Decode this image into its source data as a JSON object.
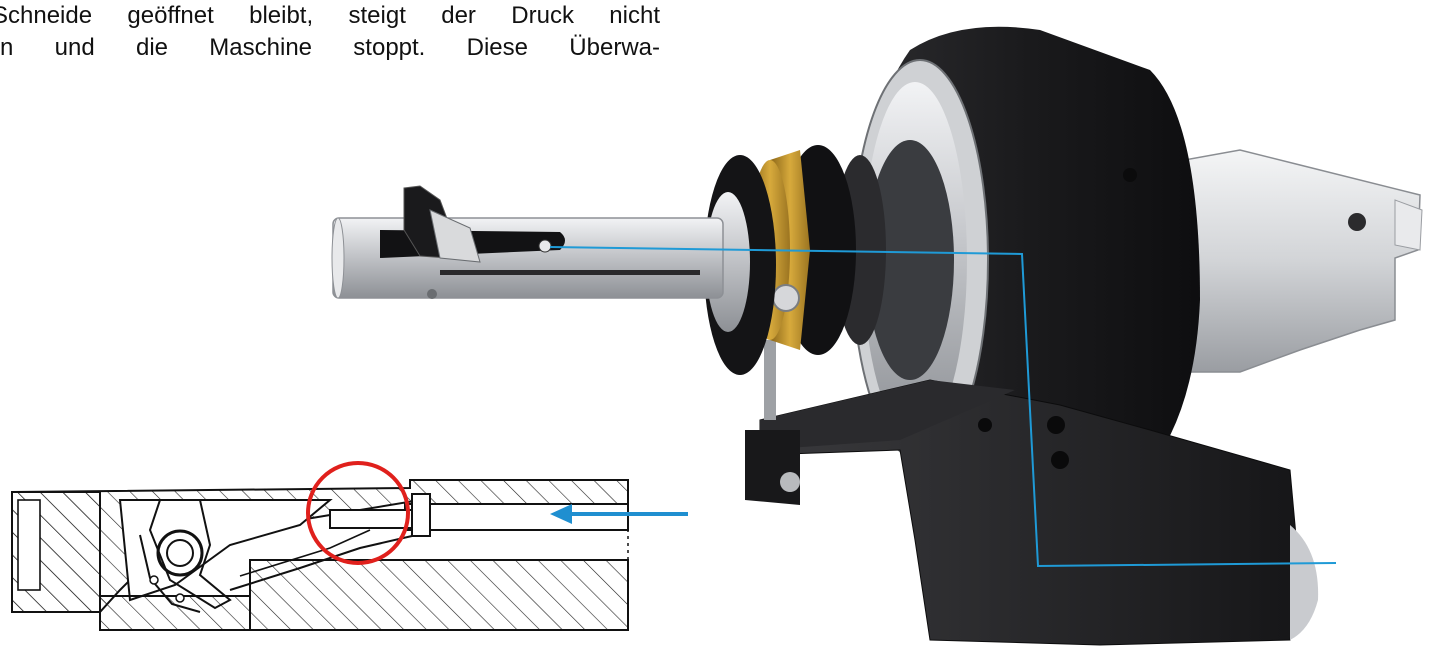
{
  "text": {
    "line1": "Schneide geöffnet bleibt, steigt der Druck nicht",
    "line2": "n und die Maschine stoppt. Diese Überwa-"
  },
  "colors": {
    "leader_line": "#1f9ad6",
    "arrow": "#1f8fd0",
    "highlight_circle": "#e0201c",
    "tool_body": "#1c1c1e",
    "brass_ring": "#c99a2e",
    "steel": "#c9cbcf"
  },
  "icons": {
    "tool_image": "boring-tool-photo",
    "section_drawing": "cross-section-drawing",
    "flow_arrow": "arrow-left-icon"
  }
}
